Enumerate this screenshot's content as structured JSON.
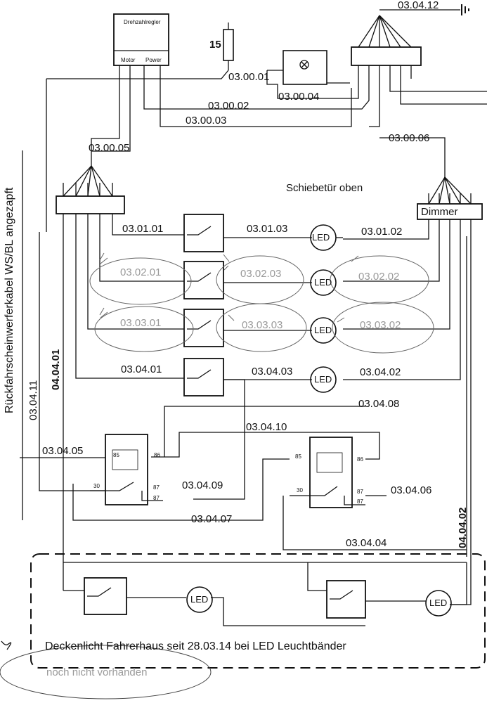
{
  "labels": {
    "w_03_00_01": "03.00.01",
    "w_03_00_02": "03.00.02",
    "w_03_00_03": "03.00.03",
    "w_03_00_04": "03.00.04",
    "w_03_00_05": "03.00.05",
    "w_03_00_06": "03.00.06",
    "w_03_01_01": "03.01.01",
    "w_03_01_02": "03.01.02",
    "w_03_01_03": "03.01.03",
    "w_03_02_01": "03.02.01",
    "w_03_02_02": "03.02.02",
    "w_03_02_03": "03.02.03",
    "w_03_03_01": "03.03.01",
    "w_03_03_02": "03.03.02",
    "w_03_03_03": "03.03.03",
    "w_03_04_01": "03.04.01",
    "w_03_04_02": "03.04.02",
    "w_03_04_03": "03.04.03",
    "w_03_04_04": "03.04.04",
    "w_03_04_05": "03.04.05",
    "w_03_04_06": "03.04.06",
    "w_03_04_07": "03.04.07",
    "w_03_04_08": "03.04.08",
    "w_03_04_09": "03.04.09",
    "w_03_04_10": "03.04.10",
    "w_03_04_11": "03.04.11",
    "w_03_04_12": "03.04.12",
    "w_04_04_01": "04.04.01",
    "w_04_04_02": "04.04.02"
  },
  "components": {
    "drehzahlregler": "Drehzahlregler",
    "motor": "Motor",
    "power": "Power",
    "fuse": "15",
    "dimmer": "Dimmer",
    "led": "LED",
    "relay_pins": {
      "p85": "85",
      "p86": "86",
      "p30": "30",
      "p87": "87",
      "p87a": "87"
    }
  },
  "notes": {
    "schiebetuer": "Schiebetür oben",
    "rueckfahr": "Rückfahrscheinwerferkabel WS/BL angezapft",
    "deckenlicht": "Deckenlicht Fahrerhaus seit 28.03.14 bei LED Leuchtbänder",
    "nicht_vorhanden": "noch nicht vorhanden"
  }
}
